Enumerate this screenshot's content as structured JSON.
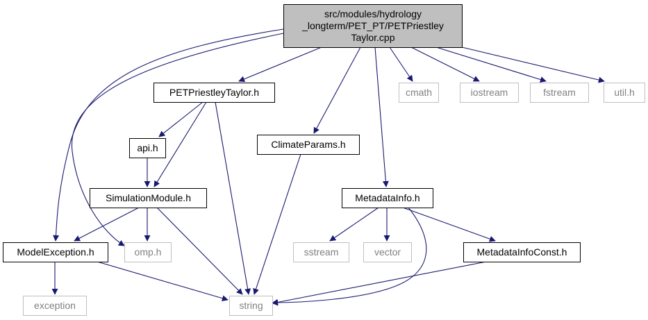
{
  "colors": {
    "edge": "#191970",
    "root_fill": "#bfbfbf",
    "root_border": "#000000",
    "node_border": "#000000",
    "external_border": "#bfbfbf",
    "label": "#000000",
    "external_label": "#808080"
  },
  "nodes": {
    "root": {
      "lines": [
        "src/modules/hydrology",
        "_longterm/PET_PT/PETPriestley",
        "Taylor.cpp"
      ],
      "kind": "root"
    },
    "pet_h": {
      "label": "PETPriestleyTaylor.h",
      "kind": "header"
    },
    "cmath": {
      "label": "cmath",
      "kind": "external"
    },
    "iostream": {
      "label": "iostream",
      "kind": "external"
    },
    "fstream": {
      "label": "fstream",
      "kind": "external"
    },
    "util_h": {
      "label": "util.h",
      "kind": "external"
    },
    "api_h": {
      "label": "api.h",
      "kind": "header"
    },
    "climate_h": {
      "label": "ClimateParams.h",
      "kind": "header"
    },
    "simmod_h": {
      "label": "SimulationModule.h",
      "kind": "header"
    },
    "metadata_h": {
      "label": "MetadataInfo.h",
      "kind": "header"
    },
    "modelex_h": {
      "label": "ModelException.h",
      "kind": "header"
    },
    "omp_h": {
      "label": "omp.h",
      "kind": "external"
    },
    "sstream": {
      "label": "sstream",
      "kind": "external"
    },
    "vector": {
      "label": "vector",
      "kind": "external"
    },
    "metaconst_h": {
      "label": "MetadataInfoConst.h",
      "kind": "header"
    },
    "exception": {
      "label": "exception",
      "kind": "external"
    },
    "string": {
      "label": "string",
      "kind": "external"
    }
  },
  "edges": [
    {
      "from": "root",
      "to": "pet_h"
    },
    {
      "from": "root",
      "to": "climate_h"
    },
    {
      "from": "root",
      "to": "metadata_h"
    },
    {
      "from": "root",
      "to": "cmath"
    },
    {
      "from": "root",
      "to": "iostream"
    },
    {
      "from": "root",
      "to": "fstream"
    },
    {
      "from": "root",
      "to": "util_h"
    },
    {
      "from": "root",
      "to": "modelex_h"
    },
    {
      "from": "root",
      "to": "omp_h"
    },
    {
      "from": "pet_h",
      "to": "api_h"
    },
    {
      "from": "pet_h",
      "to": "simmod_h"
    },
    {
      "from": "pet_h",
      "to": "string"
    },
    {
      "from": "api_h",
      "to": "simmod_h"
    },
    {
      "from": "simmod_h",
      "to": "modelex_h"
    },
    {
      "from": "simmod_h",
      "to": "omp_h"
    },
    {
      "from": "simmod_h",
      "to": "string"
    },
    {
      "from": "climate_h",
      "to": "string"
    },
    {
      "from": "metadata_h",
      "to": "sstream"
    },
    {
      "from": "metadata_h",
      "to": "vector"
    },
    {
      "from": "metadata_h",
      "to": "metaconst_h"
    },
    {
      "from": "metadata_h",
      "to": "string"
    },
    {
      "from": "modelex_h",
      "to": "exception"
    },
    {
      "from": "modelex_h",
      "to": "string"
    },
    {
      "from": "metaconst_h",
      "to": "string"
    }
  ]
}
